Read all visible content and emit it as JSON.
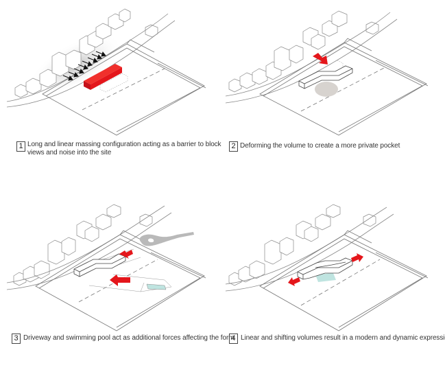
{
  "colors": {
    "accent_red": "#e4161b",
    "pool": "#bfe4e0",
    "driveway": "#b9b9b9",
    "shadow": "#d7d3cf",
    "line": "#777777"
  },
  "panels": [
    {
      "number": "1",
      "caption_line1": "Long and linear massing configuration acting as a barrier to block",
      "caption_line2": "views and noise into the site",
      "elements": [
        "neighbourhood-buildings",
        "road",
        "site-boundary",
        "noise-arrows",
        "red-linear-volume"
      ]
    },
    {
      "number": "2",
      "caption_line1": "Deforming the volume to create a more private pocket",
      "elements": [
        "neighbourhood-buildings",
        "road",
        "site-boundary",
        "red-push-arrow",
        "deformed-volume",
        "private-pocket"
      ]
    },
    {
      "number": "3",
      "caption_line1": "Driveway and swimming pool act as additional forces affecting the form",
      "elements": [
        "neighbourhood-buildings",
        "road",
        "site-boundary",
        "driveway",
        "swimming-pool",
        "red-force-arrows",
        "deformed-volume"
      ]
    },
    {
      "number": "4",
      "caption_line1": "Linear and shifting volumes result in a modern and dynamic expression",
      "elements": [
        "neighbourhood-buildings",
        "road",
        "site-boundary",
        "shifted-volumes",
        "swimming-pool",
        "red-expansion-arrows"
      ]
    }
  ]
}
